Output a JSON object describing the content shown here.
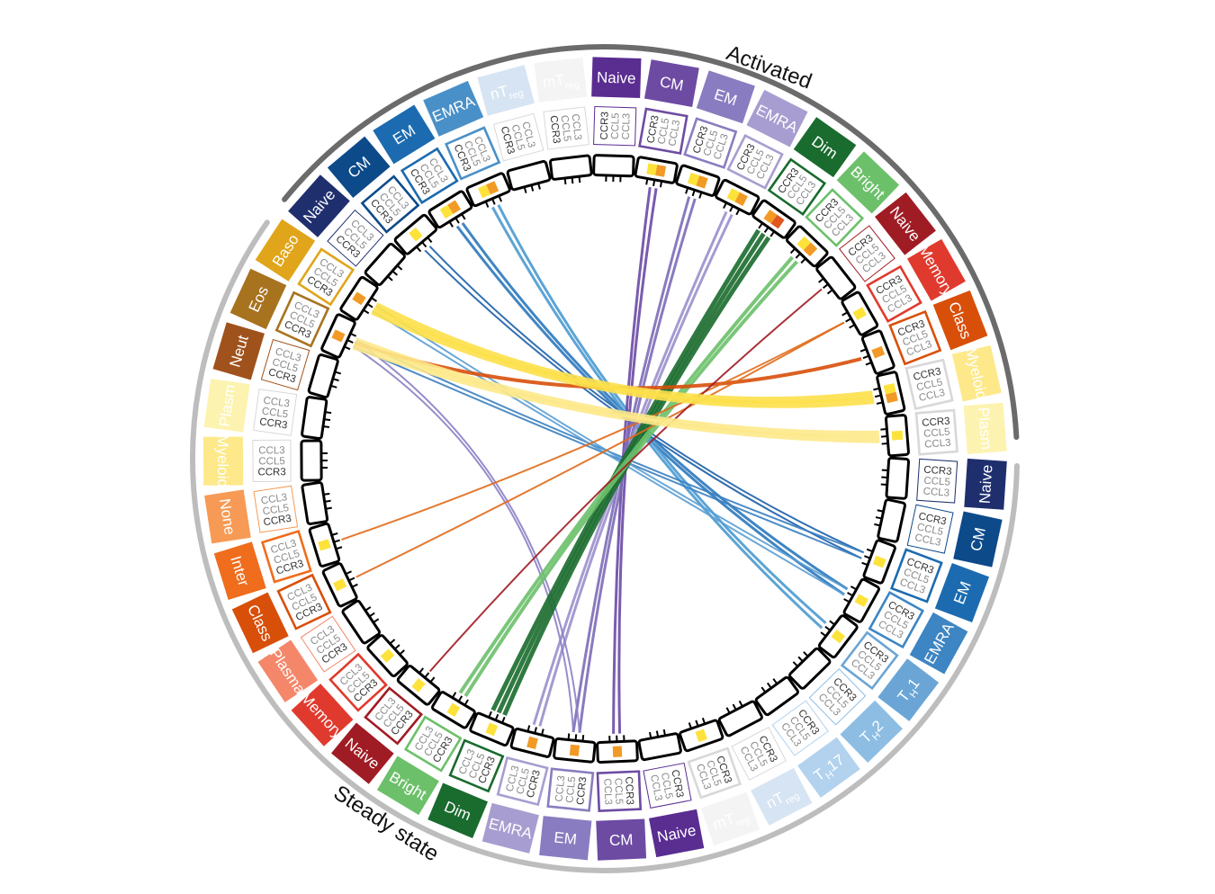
{
  "titles": {
    "activated": "Activated",
    "steady": "Steady state"
  },
  "genes": [
    "CCL3",
    "CCL5",
    "CCR3"
  ],
  "colors": {
    "activated_arc": "#6b6b6b",
    "steady_arc": "#bdbdbd",
    "yellow": "#fde23a",
    "orange": "#f29a26",
    "red": "#e0561f"
  },
  "segments": [
    {
      "group": "activated",
      "label": "Naive",
      "color": "#1f2f6e",
      "heat": ""
    },
    {
      "group": "activated",
      "label": "CM",
      "color": "#0d4a8a",
      "heat": "y"
    },
    {
      "group": "activated",
      "label": "EM",
      "color": "#1c6bb0",
      "heat": "yo"
    },
    {
      "group": "activated",
      "label": "EMRA",
      "color": "#4a90c8",
      "heat": "yo"
    },
    {
      "group": "activated",
      "label": "nT",
      "sub": "reg",
      "color": "#d6e4f3",
      "heat": ""
    },
    {
      "group": "activated",
      "label": "mT",
      "sub": "reg",
      "color": "#f4f4f4",
      "text": "#444",
      "heat": ""
    },
    {
      "group": "activated",
      "label": "Naive",
      "color": "#5a2d91",
      "heat": ""
    },
    {
      "group": "activated",
      "label": "CM",
      "color": "#6d4ba3",
      "heat": "yo"
    },
    {
      "group": "activated",
      "label": "EM",
      "color": "#8a7cc0",
      "heat": "yo"
    },
    {
      "group": "activated",
      "label": "EMRA",
      "color": "#a89dd0",
      "heat": "yo"
    },
    {
      "group": "activated",
      "label": "Dim",
      "color": "#1a6b2e",
      "heat": "or"
    },
    {
      "group": "activated",
      "label": "Bright",
      "color": "#6cc06a",
      "heat": "yo"
    },
    {
      "group": "activated",
      "label": "Naive",
      "color": "#a01c24",
      "heat": ""
    },
    {
      "group": "activated",
      "label": "Memory",
      "color": "#e03a2e",
      "heat": "y"
    },
    {
      "group": "activated",
      "label": "Class",
      "color": "#d84f0a",
      "heat": "o"
    },
    {
      "group": "activated",
      "label": "Myeloid",
      "color": "#fde98a",
      "heat": "yo"
    },
    {
      "group": "activated",
      "label": "Plasm",
      "color": "#fdf3b0",
      "heat": "y"
    },
    {
      "group": "steady",
      "label": "Naive",
      "color": "#1f2f6e",
      "heat": ""
    },
    {
      "group": "steady",
      "label": "CM",
      "color": "#0d4a8a",
      "heat": ""
    },
    {
      "group": "steady",
      "label": "EM",
      "color": "#1c6bb0",
      "heat": "y"
    },
    {
      "group": "steady",
      "label": "EMRA",
      "color": "#3d86c3",
      "heat": "y"
    },
    {
      "group": "steady",
      "label": "T",
      "sub": "H",
      "post": "1",
      "color": "#6aa5d5",
      "heat": "y"
    },
    {
      "group": "steady",
      "label": "T",
      "sub": "H",
      "post": "2",
      "color": "#8dbde3",
      "heat": ""
    },
    {
      "group": "steady",
      "label": "T",
      "sub": "H",
      "post": "17",
      "color": "#b2d2ee",
      "heat": ""
    },
    {
      "group": "steady",
      "label": "nT",
      "sub": "reg",
      "color": "#d6e4f3",
      "heat": ""
    },
    {
      "group": "steady",
      "label": "mT",
      "sub": "reg",
      "color": "#f4f4f4",
      "text": "#444",
      "heat": "y"
    },
    {
      "group": "steady",
      "label": "Naive",
      "color": "#5a2d91",
      "heat": ""
    },
    {
      "group": "steady",
      "label": "CM",
      "color": "#6d4ba3",
      "heat": "o"
    },
    {
      "group": "steady",
      "label": "EM",
      "color": "#8a7cc0",
      "heat": "o"
    },
    {
      "group": "steady",
      "label": "EMRA",
      "color": "#a89dd0",
      "heat": "o"
    },
    {
      "group": "steady",
      "label": "Dim",
      "color": "#1a6b2e",
      "heat": "y"
    },
    {
      "group": "steady",
      "label": "Bright",
      "color": "#6cc06a",
      "heat": "y"
    },
    {
      "group": "steady",
      "label": "Naive",
      "color": "#a01c24",
      "heat": "y"
    },
    {
      "group": "steady",
      "label": "Memory",
      "color": "#e03a2e",
      "heat": "y"
    },
    {
      "group": "steady",
      "label": "Plasma",
      "color": "#f4876a",
      "heat": ""
    },
    {
      "group": "steady",
      "label": "Class",
      "color": "#d84f0a",
      "heat": "y"
    },
    {
      "group": "steady",
      "label": "Inter",
      "color": "#ef6d1d",
      "heat": "y"
    },
    {
      "group": "steady",
      "label": "None",
      "color": "#f79a55",
      "heat": ""
    },
    {
      "group": "steady",
      "label": "Myeloid",
      "color": "#fde98a",
      "heat": ""
    },
    {
      "group": "steady",
      "label": "Plasm",
      "color": "#fdf3b0",
      "heat": ""
    },
    {
      "group": "steady",
      "label": "Neut",
      "color": "#a0521c",
      "heat": ""
    },
    {
      "group": "steady",
      "label": "Eos",
      "color": "#a8731f",
      "heat": "o"
    },
    {
      "group": "steady",
      "label": "Baso",
      "color": "#e0a51a",
      "heat": "o"
    }
  ],
  "chords": [
    {
      "from": 1,
      "to": 19,
      "color": "#1c5fa8",
      "width": 2,
      "count": 2
    },
    {
      "from": 2,
      "to": 20,
      "color": "#2b78bd",
      "width": 3,
      "count": 2
    },
    {
      "from": 3,
      "to": 21,
      "color": "#4a9ad0",
      "width": 3,
      "count": 2
    },
    {
      "from": 41,
      "to": 19,
      "color": "#3a7fc0",
      "width": 2,
      "count": 2
    },
    {
      "from": 42,
      "to": 20,
      "color": "#5a9fd4",
      "width": 2,
      "count": 2
    },
    {
      "from": 7,
      "to": 27,
      "color": "#6a4aa5",
      "width": 3,
      "count": 2
    },
    {
      "from": 8,
      "to": 28,
      "color": "#7d6bb8",
      "width": 3,
      "count": 2
    },
    {
      "from": 9,
      "to": 29,
      "color": "#9b8fcc",
      "width": 3,
      "count": 2
    },
    {
      "from": 41,
      "to": 28,
      "color": "#8d80c4",
      "width": 2,
      "count": 2
    },
    {
      "from": 10,
      "to": 30,
      "color": "#1a6b2e",
      "width": 5,
      "count": 3
    },
    {
      "from": 11,
      "to": 31,
      "color": "#6cc06a",
      "width": 4,
      "count": 2
    },
    {
      "from": 14,
      "to": 41,
      "color": "#d84f0a",
      "width": 4,
      "count": 1
    },
    {
      "from": 13,
      "to": 35,
      "color": "#e06a1a",
      "width": 2,
      "count": 1
    },
    {
      "from": 13,
      "to": 36,
      "color": "#e06a1a",
      "width": 2,
      "count": 1
    },
    {
      "from": 12,
      "to": 32,
      "color": "#a01c24",
      "width": 2,
      "count": 1
    },
    {
      "from": 15,
      "to": 42,
      "color": "#fde04a",
      "width": 8,
      "count": 2
    },
    {
      "from": 16,
      "to": 41,
      "color": "#fde98a",
      "width": 7,
      "count": 2
    }
  ]
}
